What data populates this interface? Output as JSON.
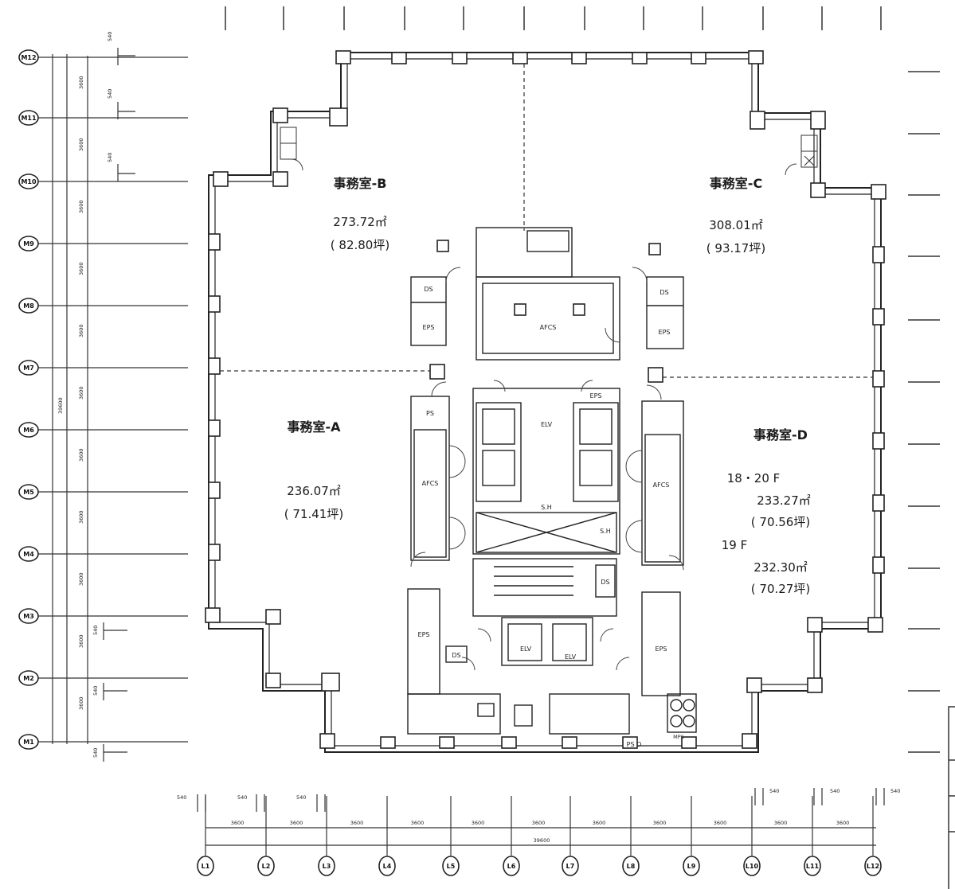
{
  "rooms": {
    "a": {
      "name": "事務室-A",
      "area": "236.07㎡",
      "tsubo": "( 71.41坪)"
    },
    "b": {
      "name": "事務室-B",
      "area": "273.72㎡",
      "tsubo": "( 82.80坪)"
    },
    "c": {
      "name": "事務室-C",
      "area": "308.01㎡",
      "tsubo": "( 93.17坪)"
    },
    "d": {
      "name": "事務室-D",
      "floor1": "18・20 F",
      "area1": "233.27㎡",
      "tsubo1": "( 70.56坪)",
      "floor2": "19 F",
      "area2": "232.30㎡",
      "tsubo2": "( 70.27坪)"
    }
  },
  "core_labels": {
    "ds": "DS",
    "eps": "EPS",
    "afcs": "AFCS",
    "elv": "ELV",
    "sh": "S.H",
    "ps": "PS",
    "mps": "MPS",
    "ps_o": "PS O"
  },
  "axes": {
    "columns": [
      "L1",
      "L2",
      "L3",
      "L4",
      "L5",
      "L6",
      "L7",
      "L8",
      "L9",
      "L10",
      "L11",
      "L12"
    ],
    "rows": [
      "M1",
      "M2",
      "M3",
      "M4",
      "M5",
      "M6",
      "M7",
      "M8",
      "M9",
      "M10",
      "M11",
      "M12"
    ]
  },
  "dimensions": {
    "column_spans": [
      "3600",
      "3600",
      "3600",
      "3600",
      "3600",
      "3600",
      "3600",
      "3600",
      "3600",
      "3600",
      "3600"
    ],
    "column_total": "39600",
    "row_spans": [
      "3600",
      "3600",
      "3600",
      "3600",
      "3600",
      "3600",
      "3600",
      "3600",
      "3600",
      "3600",
      "3600"
    ],
    "row_total": "39600",
    "offset": "540"
  },
  "colors": {
    "line": "#2a2a2a",
    "paper": "#ffffff"
  }
}
